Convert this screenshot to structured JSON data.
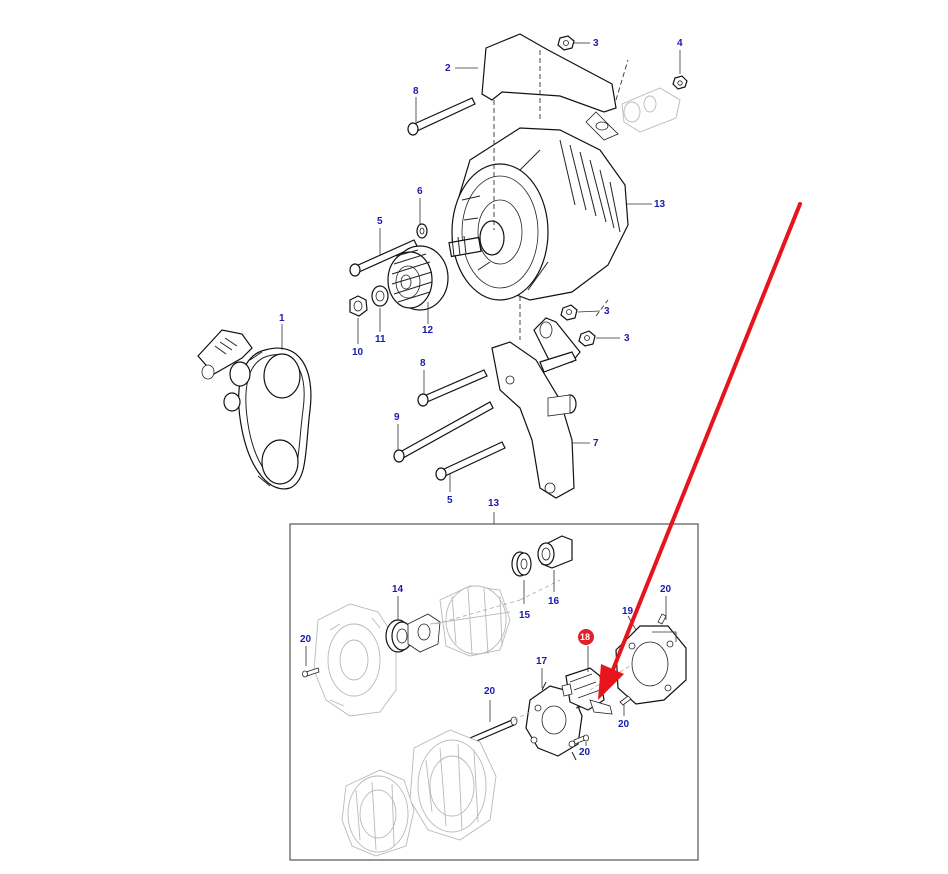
{
  "diagram": {
    "callouts": {
      "c1": "1",
      "c2": "2",
      "c3a": "3",
      "c3b": "3",
      "c3c": "3",
      "c4": "4",
      "c5a": "5",
      "c5b": "5",
      "c6": "6",
      "c7": "7",
      "c8a": "8",
      "c8b": "8",
      "c9": "9",
      "c10": "10",
      "c11": "11",
      "c12": "12",
      "c13a": "13",
      "c13b": "13",
      "c14": "14",
      "c15": "15",
      "c16": "16",
      "c17": "17",
      "c18": "18",
      "c19": "19",
      "c20a": "20",
      "c20b": "20",
      "c20c": "20",
      "c20d": "20",
      "c20e": "20"
    },
    "highlight": {
      "part": "18",
      "marker_color": "#e0202a",
      "arrow_color": "#e8141c"
    },
    "callout_color": "#1a1ab0"
  }
}
